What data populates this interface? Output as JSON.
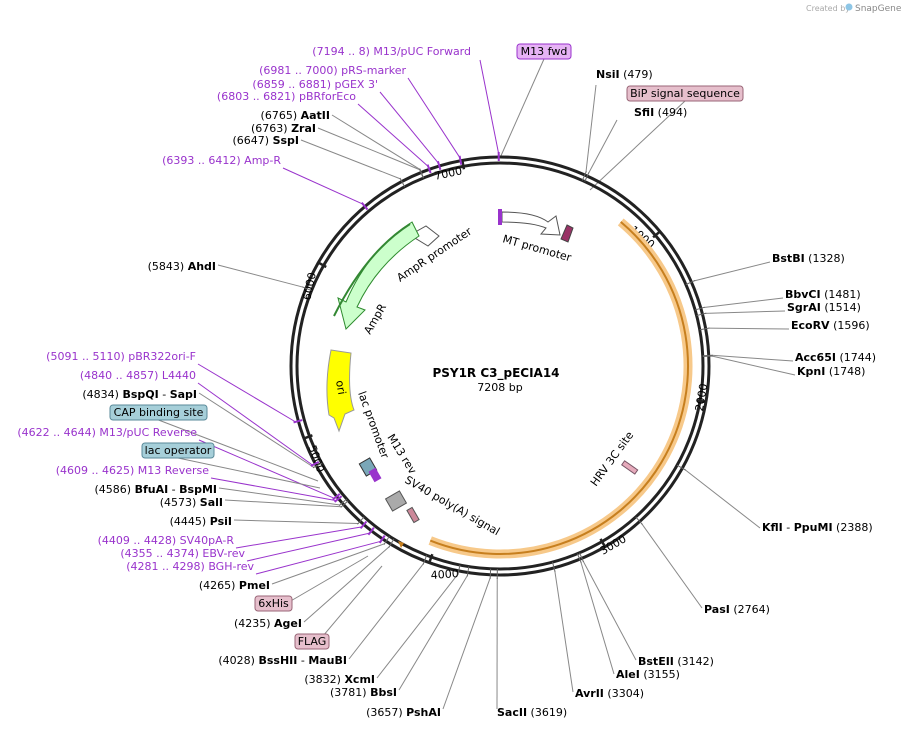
{
  "credit": {
    "prefix": "Created by",
    "brand": "SnapGene"
  },
  "plasmid": {
    "name": "PSY1R C3_pECIA14",
    "size_label": "7208 bp",
    "length": 7208
  },
  "ticks": [
    {
      "pos": 1000,
      "label": "1000"
    },
    {
      "pos": 2000,
      "label": "2000"
    },
    {
      "pos": 3000,
      "label": "3000"
    },
    {
      "pos": 4000,
      "label": "4000"
    },
    {
      "pos": 5000,
      "label": "5000"
    },
    {
      "pos": 6000,
      "label": "6000"
    },
    {
      "pos": 7000,
      "label": "7000"
    }
  ],
  "sites": [
    {
      "id": "nsii",
      "pos": 479,
      "enzyme": "NsiI",
      "pos_label": "(479)",
      "side": "right"
    },
    {
      "id": "sfii",
      "pos": 494,
      "enzyme": "SfiI",
      "pos_label": "(494)",
      "side": "right"
    },
    {
      "id": "bstbi",
      "pos": 1328,
      "enzyme": "BstBI",
      "pos_label": "(1328)",
      "side": "right"
    },
    {
      "id": "bbvci",
      "pos": 1481,
      "enzyme": "BbvCI",
      "pos_label": "(1481)",
      "side": "right"
    },
    {
      "id": "sgrai",
      "pos": 1514,
      "enzyme": "SgrAI",
      "pos_label": "(1514)",
      "side": "right"
    },
    {
      "id": "ecorv",
      "pos": 1596,
      "enzyme": "EcoRV",
      "pos_label": "(1596)",
      "side": "right"
    },
    {
      "id": "acc65i",
      "pos": 1744,
      "enzyme": "Acc65I",
      "pos_label": "(1744)",
      "side": "right"
    },
    {
      "id": "kpni",
      "pos": 1748,
      "enzyme": "KpnI",
      "pos_label": "(1748)",
      "side": "right"
    },
    {
      "id": "kfli",
      "pos": 2388,
      "enzyme": "KflI",
      "enzyme2": "PpuMI",
      "pos_label": "(2388)",
      "side": "right"
    },
    {
      "id": "pasi",
      "pos": 2764,
      "enzyme": "PasI",
      "pos_label": "(2764)",
      "side": "right"
    },
    {
      "id": "bsteii",
      "pos": 3142,
      "enzyme": "BstEII",
      "pos_label": "(3142)",
      "side": "right"
    },
    {
      "id": "alei",
      "pos": 3155,
      "enzyme": "AleI",
      "pos_label": "(3155)",
      "side": "right"
    },
    {
      "id": "avrii",
      "pos": 3304,
      "enzyme": "AvrII",
      "pos_label": "(3304)",
      "side": "right"
    },
    {
      "id": "sacii",
      "pos": 3619,
      "enzyme": "SacII",
      "pos_label": "(3619)",
      "side": "right"
    },
    {
      "id": "pshai",
      "pos": 3657,
      "enzyme": "PshAI",
      "pos_label": "(3657)",
      "side": "left"
    },
    {
      "id": "bbsi",
      "pos": 3781,
      "enzyme": "BbsI",
      "pos_label": "(3781)",
      "side": "left"
    },
    {
      "id": "xcmi",
      "pos": 3832,
      "enzyme": "XcmI",
      "pos_label": "(3832)",
      "side": "left"
    },
    {
      "id": "bsshii",
      "pos": 4028,
      "enzyme": "BssHII",
      "enzyme2": "MauBI",
      "pos_label": "(4028)",
      "side": "left"
    },
    {
      "id": "agei",
      "pos": 4235,
      "enzyme": "AgeI",
      "pos_label": "(4235)",
      "side": "left"
    },
    {
      "id": "pmei",
      "pos": 4265,
      "enzyme": "PmeI",
      "pos_label": "(4265)",
      "side": "left"
    },
    {
      "id": "psii",
      "pos": 4445,
      "enzyme": "PsiI",
      "pos_label": "(4445)",
      "side": "left"
    },
    {
      "id": "sali",
      "pos": 4573,
      "enzyme": "SalI",
      "pos_label": "(4573)",
      "side": "left"
    },
    {
      "id": "bfuai",
      "pos": 4586,
      "enzyme": "BfuAI",
      "enzyme2": "BspMI",
      "pos_label": "(4586)",
      "side": "left"
    },
    {
      "id": "bspqi",
      "pos": 4834,
      "enzyme": "BspQI",
      "enzyme2": "SapI",
      "pos_label": "(4834)",
      "side": "left"
    },
    {
      "id": "ahdi",
      "pos": 5843,
      "enzyme": "AhdI",
      "pos_label": "(5843)",
      "side": "left"
    },
    {
      "id": "sspi",
      "pos": 6647,
      "enzyme": "SspI",
      "pos_label": "(6647)",
      "side": "left"
    },
    {
      "id": "zrai",
      "pos": 6763,
      "enzyme": "ZraI",
      "pos_label": "(6763)",
      "side": "left"
    },
    {
      "id": "aatii",
      "pos": 6765,
      "enzyme": "AatII",
      "pos_label": "(6765)",
      "side": "left"
    }
  ],
  "primers": [
    {
      "id": "m13puc-fwd",
      "pos": 7201,
      "range": "(7194 .. 8)",
      "name": "M13/pUC Forward"
    },
    {
      "id": "prs-marker",
      "pos": 6990,
      "range": "(6981 .. 7000)",
      "name": "pRS-marker"
    },
    {
      "id": "pgex3",
      "pos": 6870,
      "range": "(6859 .. 6881)",
      "name": "pGEX 3'"
    },
    {
      "id": "pbrforeco",
      "pos": 6812,
      "range": "(6803 .. 6821)",
      "name": "pBRforEco"
    },
    {
      "id": "amp-r",
      "pos": 6402,
      "range": "(6393 .. 6412)",
      "name": "Amp-R"
    },
    {
      "id": "pbr322ori",
      "pos": 5100,
      "range": "(5091 .. 5110)",
      "name": "pBR322ori-F"
    },
    {
      "id": "l4440",
      "pos": 4848,
      "range": "(4840 .. 4857)",
      "name": "L4440"
    },
    {
      "id": "m13puc-rev",
      "pos": 4633,
      "range": "(4622 .. 4644)",
      "name": "M13/pUC Reverse"
    },
    {
      "id": "m13-rev",
      "pos": 4617,
      "range": "(4609 .. 4625)",
      "name": "M13 Reverse"
    },
    {
      "id": "sv40pa-r",
      "pos": 4418,
      "range": "(4409 .. 4428)",
      "name": "SV40pA-R"
    },
    {
      "id": "ebv-rev",
      "pos": 4364,
      "range": "(4355 .. 4374)",
      "name": "EBV-rev"
    },
    {
      "id": "bgh-rev",
      "pos": 4289,
      "range": "(4281 .. 4298)",
      "name": "BGH-rev"
    }
  ],
  "boxed_labels": [
    {
      "id": "m13-fwd",
      "text": "M13 fwd",
      "bg": "#e6b3f5",
      "border": "#9933cc"
    },
    {
      "id": "bip",
      "text": "BiP signal sequence",
      "bg": "#e6bfcc",
      "border": "#996677"
    },
    {
      "id": "cap",
      "text": "CAP binding site",
      "bg": "#a6cfd9",
      "border": "#5a8a99"
    },
    {
      "id": "lacop",
      "text": "lac operator",
      "bg": "#a6cfd9",
      "border": "#5a8a99"
    },
    {
      "id": "his",
      "text": "6xHis",
      "bg": "#e6bfcc",
      "border": "#996677"
    },
    {
      "id": "flag",
      "text": "FLAG",
      "bg": "#e6bfcc",
      "border": "#996677"
    }
  ],
  "features": {
    "mt_promoter": "MT promoter",
    "ampr_promoter": "AmpR promoter",
    "ampr": "AmpR",
    "ori": "ori",
    "lac_promoter": "lac promoter",
    "m13_rev": "M13 rev",
    "sv40_polya": "SV40 poly(A) signal",
    "hrv3c": "HRV 3C site"
  },
  "colors": {
    "backbone": "#222222",
    "insert": "#f7c98a",
    "insert_edge": "#c77f1e",
    "ampr": "#ccffcc",
    "ampr_edge": "#2e8b2e",
    "ori": "#ffff00",
    "primer": "#9933cc",
    "mt_promoter": "#ffffff",
    "bip": "#993366"
  }
}
